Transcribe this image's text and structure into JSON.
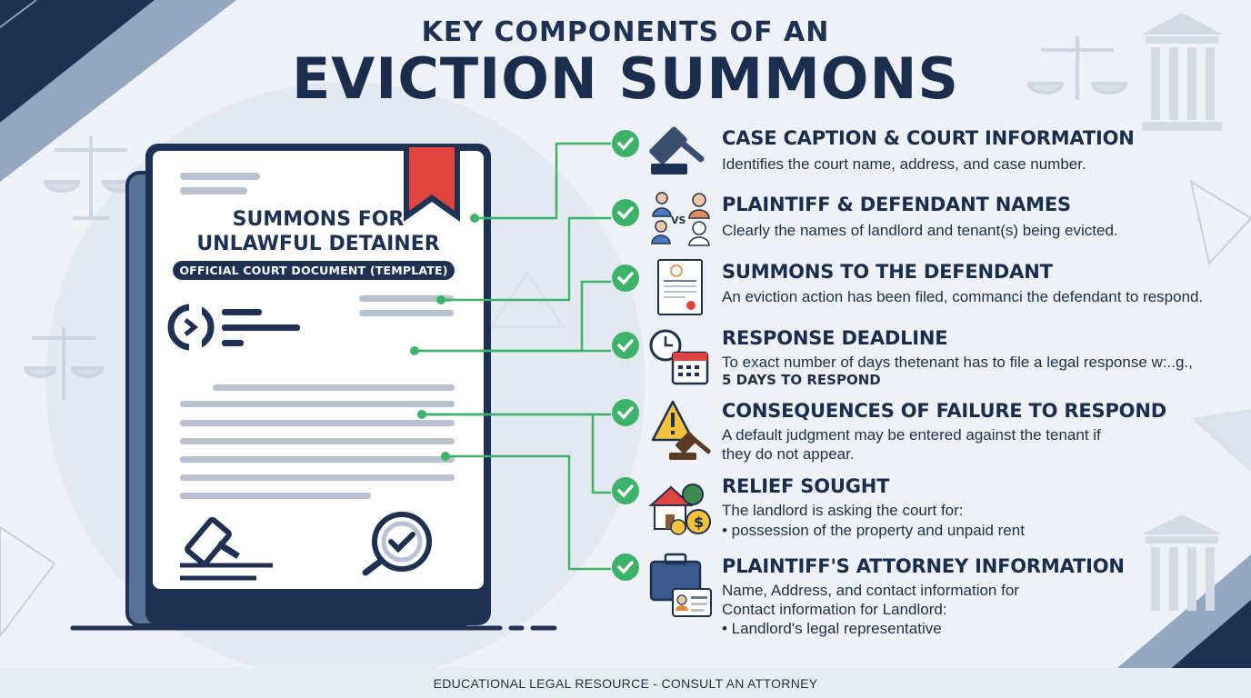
{
  "header": {
    "title_top": "KEY COMPONENTS OF AN",
    "title_main": "EVICTION SUMMONS"
  },
  "document": {
    "title_line1": "SUMMONS FOR",
    "title_line2": "UNLAWFUL DETAINER",
    "subtitle": "OFFICIAL COURT DOCUMENT (TEMPLATE)"
  },
  "items": [
    {
      "title": "CASE CAPTION & COURT INFORMATION",
      "desc1": "Identifies the court name, address, and case number.",
      "icon": "gavel-icon"
    },
    {
      "title": "PLAINTIFF & DEFENDANT NAMES",
      "desc1": "Clearly the names of landlord and tenant(s) being evicted.",
      "icon": "plaintiff-vs-defendant-icon",
      "vs": "VS"
    },
    {
      "title": "SUMMONS TO THE DEFENDANT",
      "desc1": "An eviction action has been filed, commanci the defendant to respond.",
      "icon": "summons-document-icon"
    },
    {
      "title": "RESPONSE DEADLINE",
      "desc1": "To exact number of days thetenant has to file a legal response w:..g.,",
      "desc2": "5 DAYS TO RESPOND",
      "icon": "clock-calendar-icon"
    },
    {
      "title": "CONSEQUENCES OF FAILURE TO RESPOND",
      "desc1": "A default judgment may be entered against the tenant if",
      "desc2": "they do not appear.",
      "icon": "warning-gavel-icon"
    },
    {
      "title": "RELIEF SOUGHT",
      "desc1": "The landlord is asking the court for:",
      "desc2": "•  possession of the property and unpaid rent",
      "icon": "house-money-icon"
    },
    {
      "title": "PLAINTIFF'S ATTORNEY INFORMATION",
      "desc1": "Name, Address, and contact information for",
      "desc2": "Contact information for Landlord:",
      "desc3": "•  Landlord's legal representative",
      "icon": "briefcase-id-card-icon"
    }
  ],
  "footer": "EDUCATIONAL LEGAL RESOURCE - CONSULT AN ATTORNEY",
  "colors": {
    "navy": "#1e3152",
    "green": "#3db36a",
    "red": "#e0443f",
    "gray": "#b8c2d0"
  }
}
